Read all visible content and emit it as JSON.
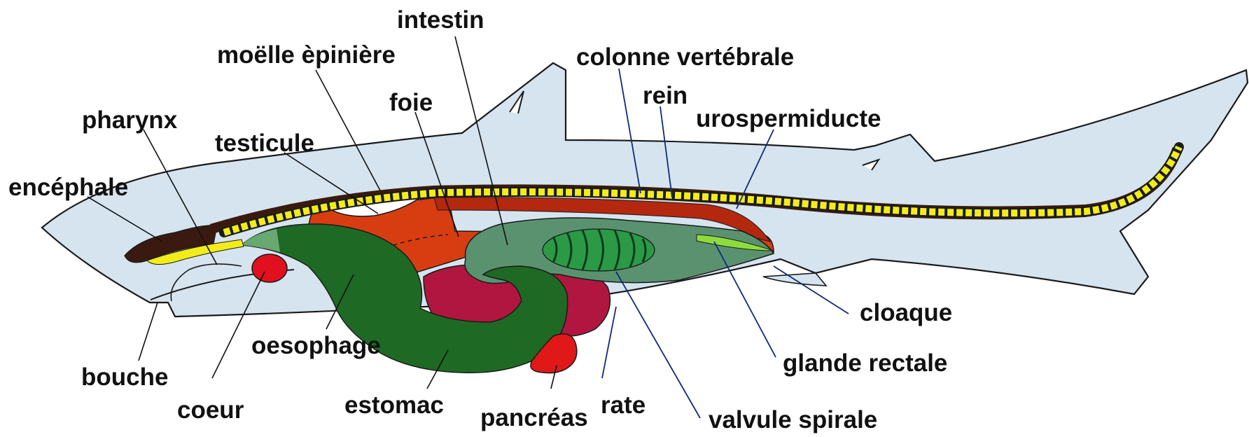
{
  "labels": {
    "intestin": "intestin",
    "moelle_epiniere": "moëlle èpinière",
    "colonne_vertebrale": "colonne vertébrale",
    "foie": "foie",
    "rein": "rein",
    "urospermiducte": "urospermiducte",
    "pharynx": "pharynx",
    "testicule": "testicule",
    "encephale": "encéphale",
    "cloaque": "cloaque",
    "glande_rectale": "glande rectale",
    "oesophage": "oesophage",
    "bouche": "bouche",
    "coeur": "coeur",
    "estomac": "estomac",
    "pancreas": "pancréas",
    "rate": "rate",
    "valvule_spirale": "valvule spirale"
  },
  "colors": {
    "body": "#d5e4ef",
    "outline": "#1a1a1a",
    "liver": "#d83d12",
    "gut": "#1e6a24",
    "intestine": "#5a9270",
    "spiral_valve": "#2fae4f",
    "spleen": "#b0163f",
    "heart": "#e0101e",
    "pancreas": "#e01818",
    "vertebrae": "#f2ec1a",
    "brain": "#3a1a10",
    "leader_dark": "#111111",
    "leader_blue": "#102a7a"
  }
}
